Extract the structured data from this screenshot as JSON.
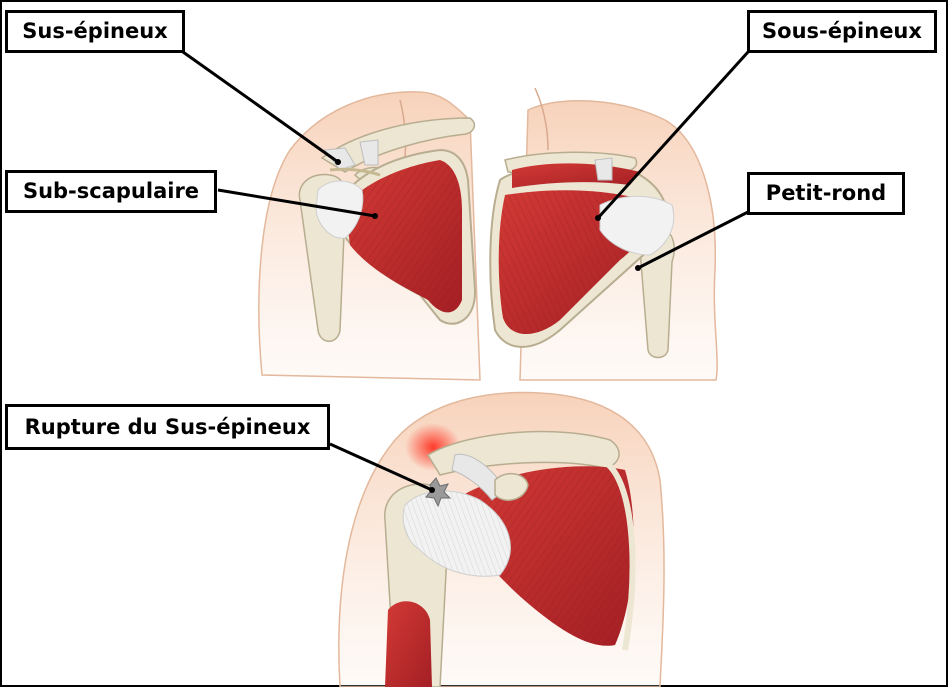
{
  "labels": {
    "supraspinatus": "Sus-épineux",
    "infraspinatus": "Sous-épineux",
    "subscapularis": "Sub-scapulaire",
    "teres_minor": "Petit-rond",
    "rupture": "Rupture du Sus-épineux"
  },
  "colors": {
    "muscle": "#c0272d",
    "muscle_dark": "#8e1a1f",
    "skin": "#f6cbb0",
    "bone": "#ece6d2",
    "tendon": "#f2f2f2",
    "inflammation": "#ff3b30",
    "outline": "#000000"
  }
}
